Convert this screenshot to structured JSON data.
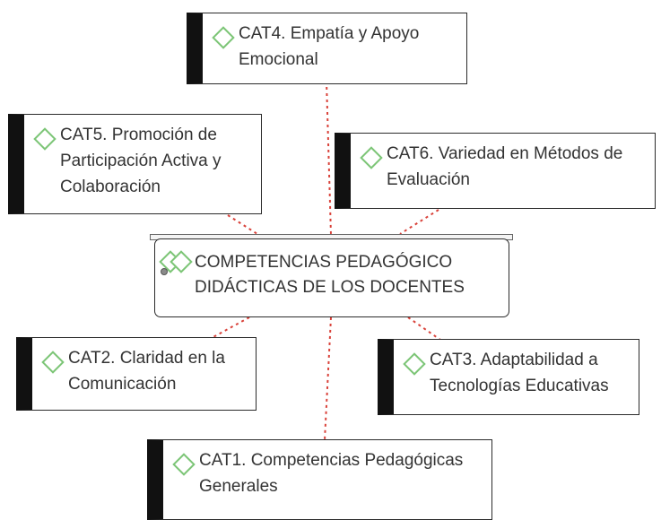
{
  "diagram": {
    "central": {
      "label": "COMPETENCIAS PEDAGÓGICO DIDÁCTICAS DE LOS DOCENTES"
    },
    "nodes": [
      {
        "id": "cat4",
        "label": "CAT4. Empatía y Apoyo Emocional"
      },
      {
        "id": "cat5",
        "label": "CAT5. Promoción de Participación Activa y Colaboración"
      },
      {
        "id": "cat6",
        "label": "CAT6. Variedad en Métodos de Evaluación"
      },
      {
        "id": "cat2",
        "label": "CAT2. Claridad en la Comunicación"
      },
      {
        "id": "cat3",
        "label": "CAT3. Adaptabilidad a Tecnologías Educativas"
      },
      {
        "id": "cat1",
        "label": "CAT1. Competencias Pedagógicas Generales"
      }
    ],
    "colors": {
      "connector": "#d9423a",
      "diamond": "#7cc576",
      "bar": "#111111",
      "text": "#333333"
    }
  }
}
